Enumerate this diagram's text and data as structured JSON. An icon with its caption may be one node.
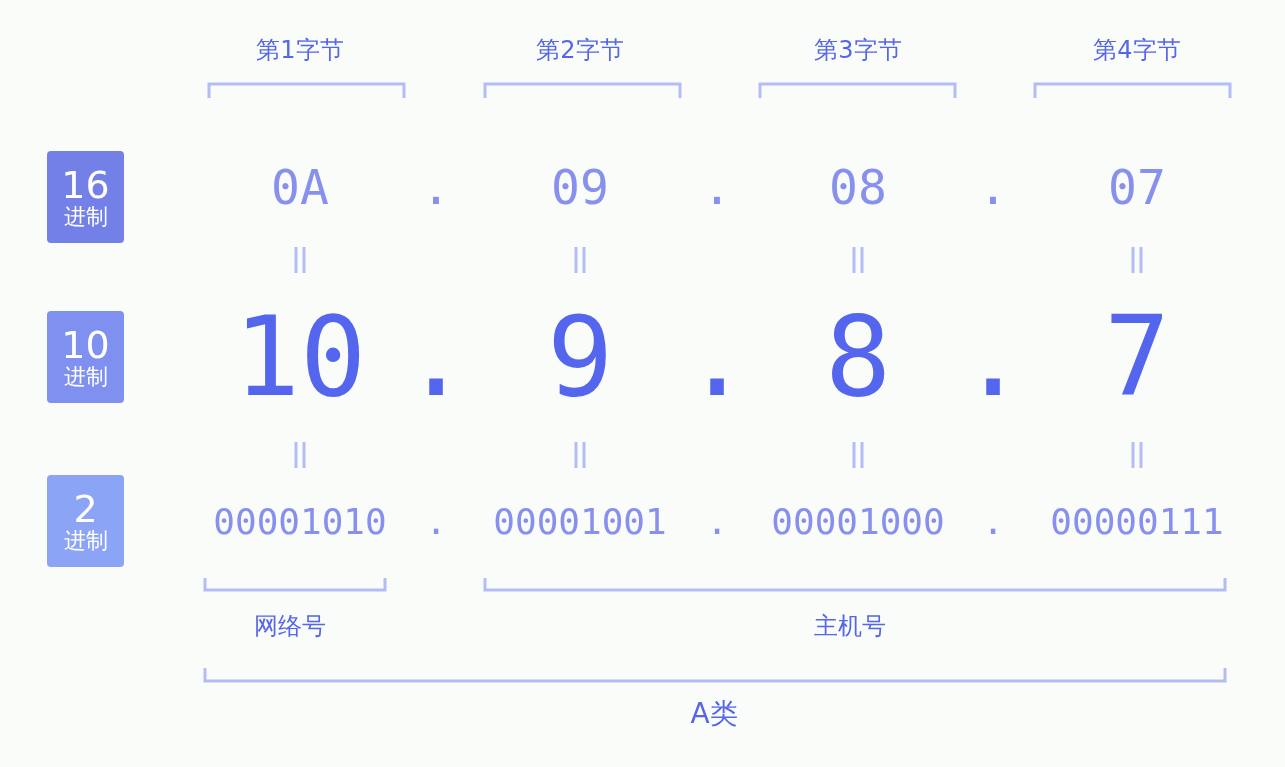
{
  "diagram": {
    "nodes": [
      {
        "text": [
          "16",
          "进制"
        ]
      },
      {
        "text": [
          "10",
          "进制"
        ]
      },
      {
        "text": [
          "2",
          "进制"
        ]
      }
    ],
    "labels": [
      "第1字节",
      "第2字节",
      "第3字节",
      "第4字节",
      "0A",
      ".",
      "09",
      ".",
      "08",
      ".",
      "07",
      "10",
      ".",
      "9",
      ".",
      "8",
      ".",
      "7",
      "00001010",
      ".",
      "00001001",
      ".",
      "00001000",
      ".",
      "00000111",
      "网络号",
      "主机号",
      "A类"
    ]
  }
}
